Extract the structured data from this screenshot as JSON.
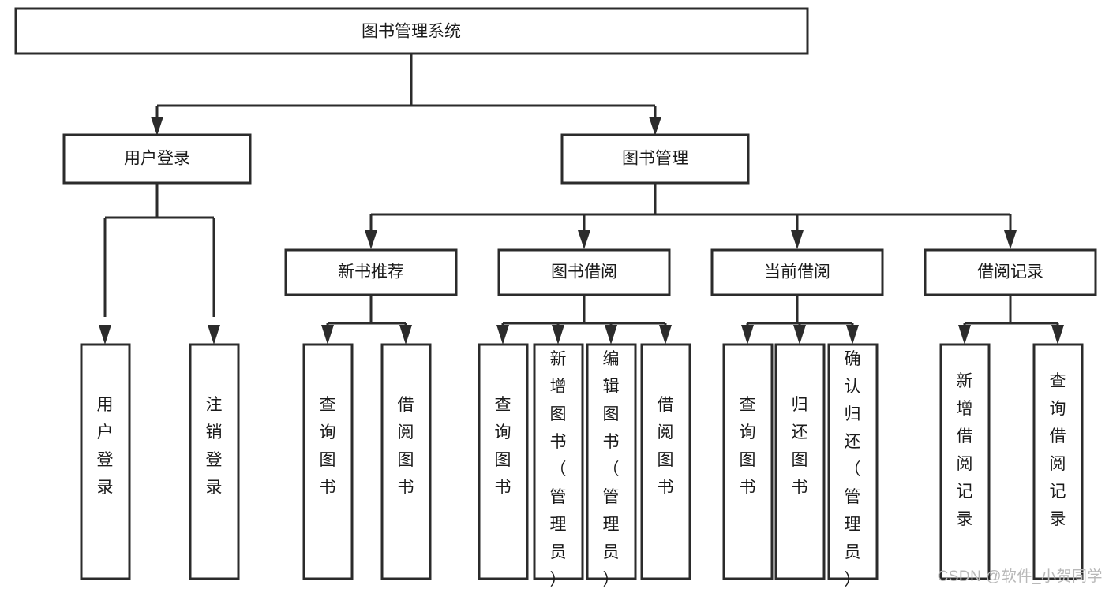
{
  "diagram": {
    "type": "tree",
    "title": "图书管理系统",
    "root": {
      "id": "root",
      "label": "图书管理系统"
    },
    "level2": [
      {
        "id": "user-login",
        "label": "用户登录"
      },
      {
        "id": "book-manage",
        "label": "图书管理"
      }
    ],
    "level3": [
      {
        "id": "new-book-rec",
        "label": "新书推荐"
      },
      {
        "id": "book-borrow",
        "label": "图书借阅"
      },
      {
        "id": "current-borrow",
        "label": "当前借阅"
      },
      {
        "id": "borrow-record",
        "label": "借阅记录"
      }
    ],
    "leaves": {
      "user_login": [
        {
          "id": "leaf-user-login",
          "label": "用户登录"
        },
        {
          "id": "leaf-logout-login",
          "label": "注销登录"
        }
      ],
      "new_book_rec": [
        {
          "id": "leaf-query-book-1",
          "label": "查询图书"
        },
        {
          "id": "leaf-borrow-book-1",
          "label": "借阅图书"
        }
      ],
      "book_borrow": [
        {
          "id": "leaf-query-book-2",
          "label": "查询图书"
        },
        {
          "id": "leaf-add-book",
          "label": "新增图书（管理员）"
        },
        {
          "id": "leaf-edit-book",
          "label": "编辑图书（管理员）"
        },
        {
          "id": "leaf-borrow-book-2",
          "label": "借阅图书"
        }
      ],
      "current_borrow": [
        {
          "id": "leaf-query-book-3",
          "label": "查询图书"
        },
        {
          "id": "leaf-return-book",
          "label": "归还图书"
        },
        {
          "id": "leaf-confirm-return",
          "label": "确认归还（管理员）"
        }
      ],
      "borrow_record": [
        {
          "id": "leaf-add-record",
          "label": "新增借阅记录"
        },
        {
          "id": "leaf-query-record",
          "label": "查询借阅记录"
        }
      ]
    },
    "colors": {
      "box_fill": "#ffffff",
      "box_stroke": "#2b2b2b",
      "line": "#2b2b2b",
      "text": "#1a1a1a",
      "background": "#ffffff",
      "watermark": "#b8b8b8"
    }
  },
  "watermark": {
    "text": "CSDN @软件_小贺同学"
  }
}
